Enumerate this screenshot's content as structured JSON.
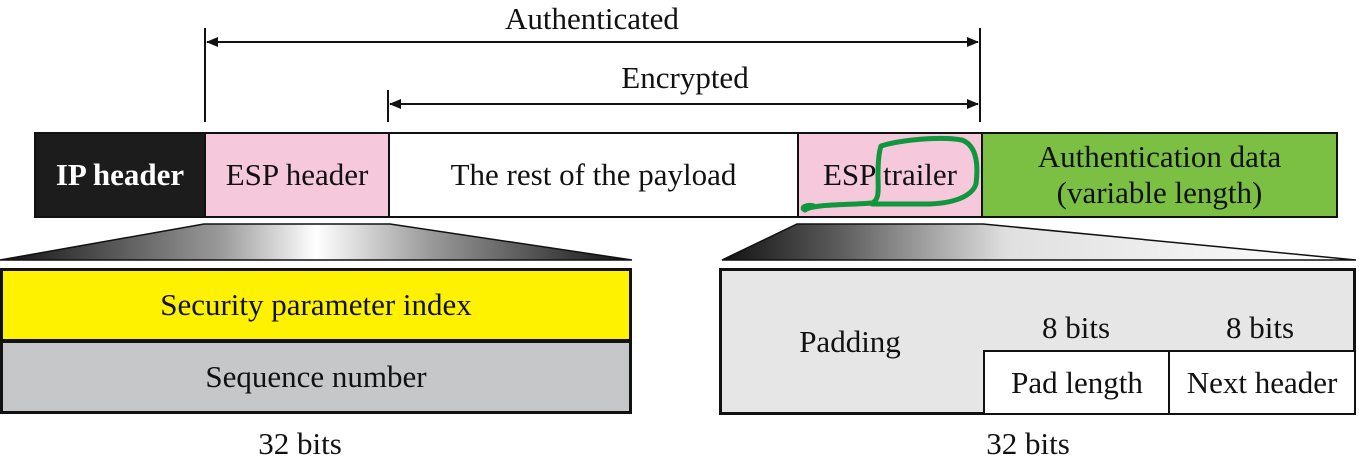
{
  "colors": {
    "ip_header": "#1c1c1c",
    "esp_pink": "#f6c8dc",
    "auth_green": "#7cc043",
    "spi_yellow": "#fff200",
    "seq_gray": "#c6c7c9",
    "trailer_gray": "#e6e6e6",
    "annotation_green": "#10963c"
  },
  "scope": {
    "authenticated": "Authenticated",
    "encrypted": "Encrypted"
  },
  "packet": {
    "ip_header": "IP header",
    "esp_header": "ESP header",
    "payload": "The rest of the payload",
    "esp_trailer": "ESP trailer",
    "auth_data_line1": "Authentication data",
    "auth_data_line2": "(variable length)"
  },
  "esp_header_detail": {
    "spi": "Security parameter index",
    "sequence": "Sequence number",
    "width": "32 bits"
  },
  "esp_trailer_detail": {
    "padding": "Padding",
    "pad_length_bits": "8 bits",
    "next_header_bits": "8 bits",
    "pad_length": "Pad length",
    "next_header": "Next header",
    "width": "32 bits"
  }
}
